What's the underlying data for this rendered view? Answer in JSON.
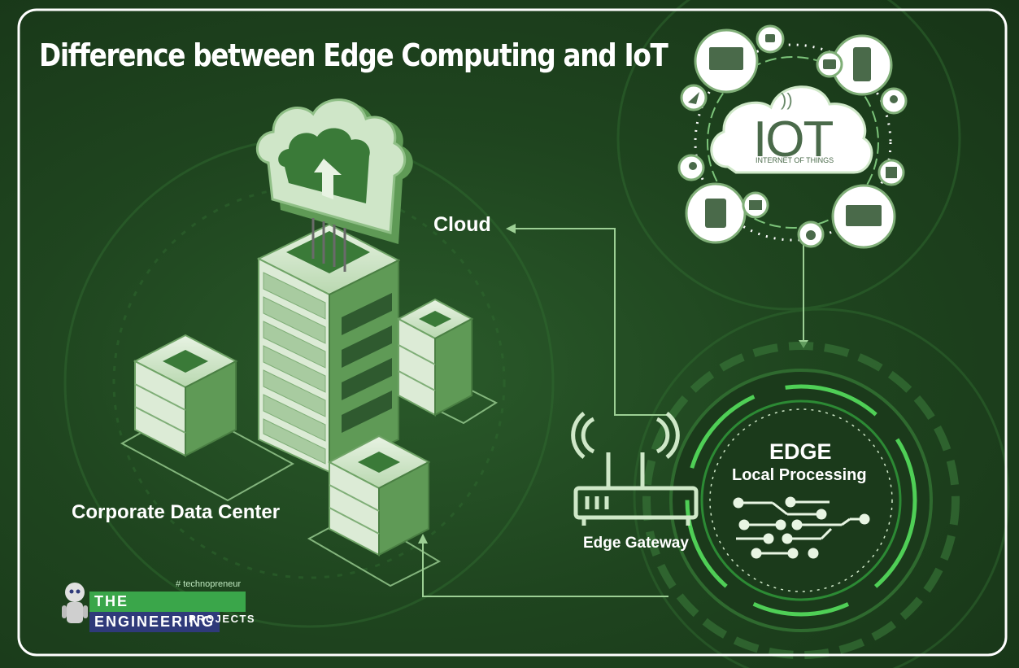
{
  "title": "Difference between Edge Computing and IoT",
  "labels": {
    "cloud": "Cloud",
    "corporate_data_center": "Corporate Data Center",
    "edge_gateway": "Edge Gateway",
    "edge": "EDGE",
    "local_processing": "Local Processing"
  },
  "iot": {
    "big": "IOT",
    "sub": "INTERNET OF THINGS"
  },
  "logo": {
    "tag": "# technopreneur",
    "the": "THE",
    "engineering": "ENGINEERING",
    "projects": "PROJECTS"
  },
  "colors": {
    "background": "#1f451f",
    "accent_green": "#3fb54a",
    "light_green": "#cfe8c8",
    "border": "#ffffff"
  }
}
